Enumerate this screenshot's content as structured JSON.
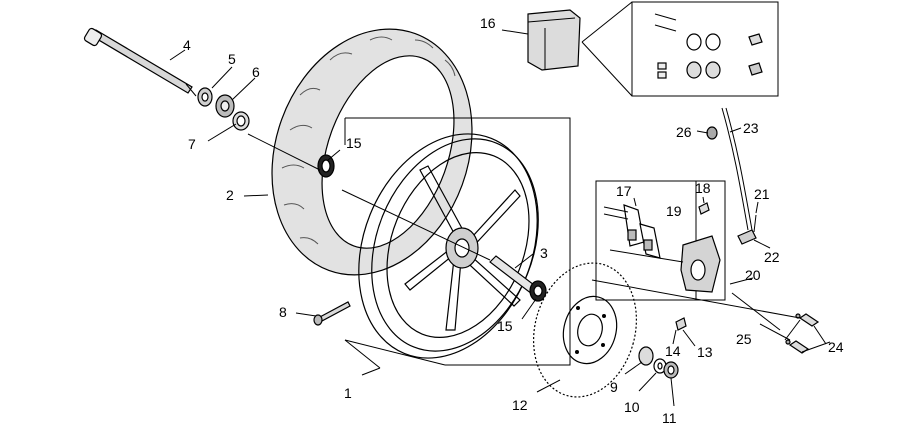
{
  "diagram": {
    "callouts": {
      "c1": "1",
      "c2": "2",
      "c3": "3",
      "c4": "4",
      "c5": "5",
      "c6": "6",
      "c7": "7",
      "c8": "8",
      "c9": "9",
      "c10": "10",
      "c11": "11",
      "c12": "12",
      "c13": "13",
      "c14": "14",
      "c15a": "15",
      "c15b": "15",
      "c16": "16",
      "c17": "17",
      "c18": "18",
      "c19": "19",
      "c20": "20",
      "c21": "21",
      "c22": "22",
      "c23": "23",
      "c24": "24",
      "c25": "25",
      "c26": "26"
    }
  }
}
